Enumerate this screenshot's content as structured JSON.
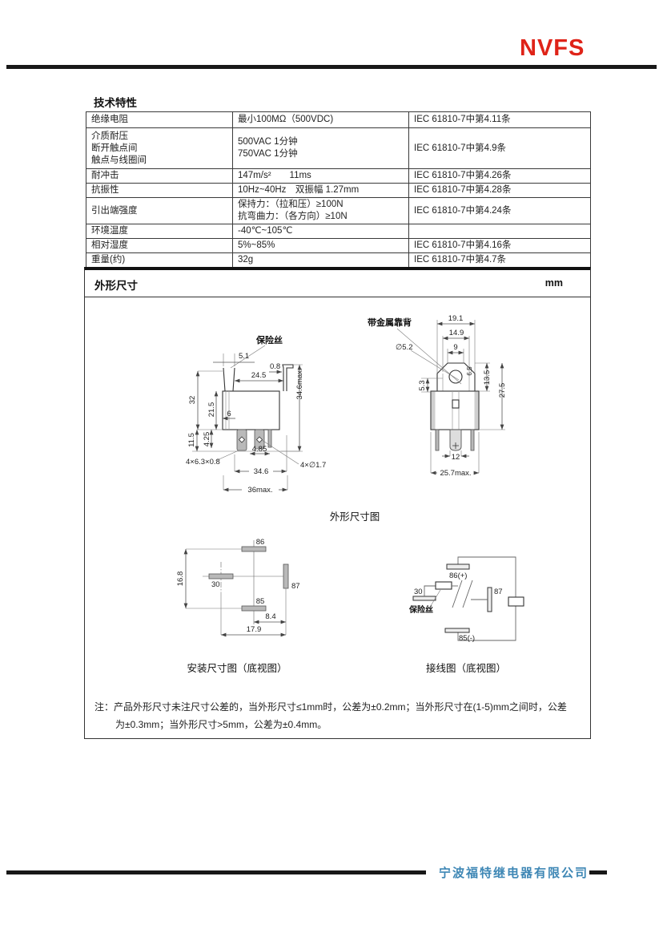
{
  "header": {
    "logo": "NVFS"
  },
  "spec": {
    "title": "技术特性",
    "rows": [
      {
        "p1": "绝缘电阻",
        "v1": "最小100MΩ（500VDC)",
        "std": "IEC 61810-7中第4.11条"
      },
      {
        "p1": "介质耐压",
        "p2": "断开触点间",
        "p3": "触点与线圈间",
        "v1": "500VAC 1分钟",
        "v2": "750VAC 1分钟",
        "std": "IEC 61810-7中第4.9条"
      },
      {
        "p1": "耐冲击",
        "v1": "147m/s²　　11ms",
        "std": "IEC 61810-7中第4.26条"
      },
      {
        "p1": "抗振性",
        "v1": "10Hz~40Hz　双振幅 1.27mm",
        "std": "IEC 61810-7中第4.28条"
      },
      {
        "p1": "引出端强度",
        "v1": "保持力：（拉和压）≥100N",
        "v2": "抗弯曲力：（各方向）≥10N",
        "std": "IEC 61810-7中第4.24条"
      },
      {
        "p1": "环境温度",
        "v1": "-40℃~105℃",
        "std": ""
      },
      {
        "p1": "相对湿度",
        "v1": "5%~85%",
        "std": "IEC 61810-7中第4.16条"
      },
      {
        "p1": "重量(约)",
        "v1": "32g",
        "std": "IEC 61810-7中第4.7条"
      }
    ]
  },
  "outline": {
    "title": "外形尺寸",
    "unit": "mm",
    "labels": {
      "fuse": "保险丝",
      "bracket": "带金属靠背"
    },
    "captions": {
      "outline": "外形尺寸图",
      "mounting": "安装尺寸图（底视图）",
      "wiring": "接线图（底视图）"
    },
    "side": {
      "d51": "5.1",
      "d08": "0.8",
      "d245": "24.5",
      "d346max": "34.6max.",
      "d32": "32",
      "d215": "21.5",
      "d6": "6",
      "d115": "11.5",
      "d425": "4.25",
      "d485": "4.85",
      "slots": "4×6.3×0.8",
      "holes": "4×∅1.7",
      "d346": "34.6",
      "d36max": "36max."
    },
    "front": {
      "d191": "19.1",
      "d149": "14.9",
      "d9": "9",
      "hole": "∅5.2",
      "d53": "5.3",
      "d65": "6.5",
      "d135": "13.5",
      "d275": "27.5",
      "d12": "12",
      "d257max": "25.7max."
    },
    "mount": {
      "t86": "86",
      "t30": "30",
      "t87": "87",
      "t85": "85",
      "d168": "16.8",
      "d84": "8.4",
      "d179": "17.9"
    },
    "wire": {
      "t86": "86(+)",
      "t30": "30",
      "t87": "87",
      "t85": "85(-)",
      "fuse": "保险丝"
    },
    "note": {
      "prefix": "注：",
      "l1": "产品外形尺寸未注尺寸公差的，当外形尺寸≤1mm时，公差为±0.2mm；当外形尺寸在(1-5)mm之间时，公差",
      "l2": "为±0.3mm；当外形尺寸>5mm，公差为±0.4mm。"
    }
  },
  "footer": {
    "company": "宁波福特继电器有限公司"
  }
}
